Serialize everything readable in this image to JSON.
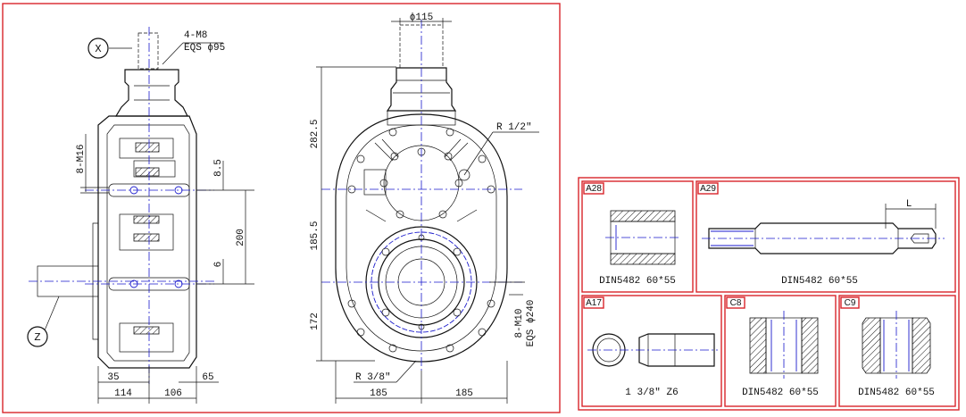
{
  "left_sheet": {
    "callouts": {
      "x": "X",
      "z": "Z"
    },
    "side_view": {
      "bolt_note_1": "4-M8",
      "bolt_note_2": "EQS ϕ95",
      "dim_thread": "8-M16",
      "dim_85": "8.5",
      "dim_200": "200",
      "dim_6": "6",
      "dim_35": "35",
      "dim_65": "65",
      "dim_114": "114",
      "dim_106": "106"
    },
    "front_view": {
      "dim_dia115": "ϕ115",
      "dim_2825": "282.5",
      "dim_1855": "185.5",
      "dim_172": "172",
      "radius_top": "R 1/2\"",
      "radius_bottom": "R 3/8\"",
      "bolt_note_1": "8-M10",
      "bolt_note_2": "EQS ϕ240",
      "dim_185_left": "185",
      "dim_185_right": "185"
    }
  },
  "options": [
    {
      "code": "A28",
      "spec": "DIN5482 60*55"
    },
    {
      "code": "A29",
      "spec": "DIN5482 60*55",
      "dim": "L"
    },
    {
      "code": "A17",
      "spec": "1 3/8\" Z6"
    },
    {
      "code": "C8",
      "spec": "DIN5482 60*55"
    },
    {
      "code": "C9",
      "spec": "DIN5482 60*55"
    }
  ],
  "colors": {
    "frame": "#d9252b",
    "centerline": "#1a1acc",
    "line": "#111111"
  }
}
